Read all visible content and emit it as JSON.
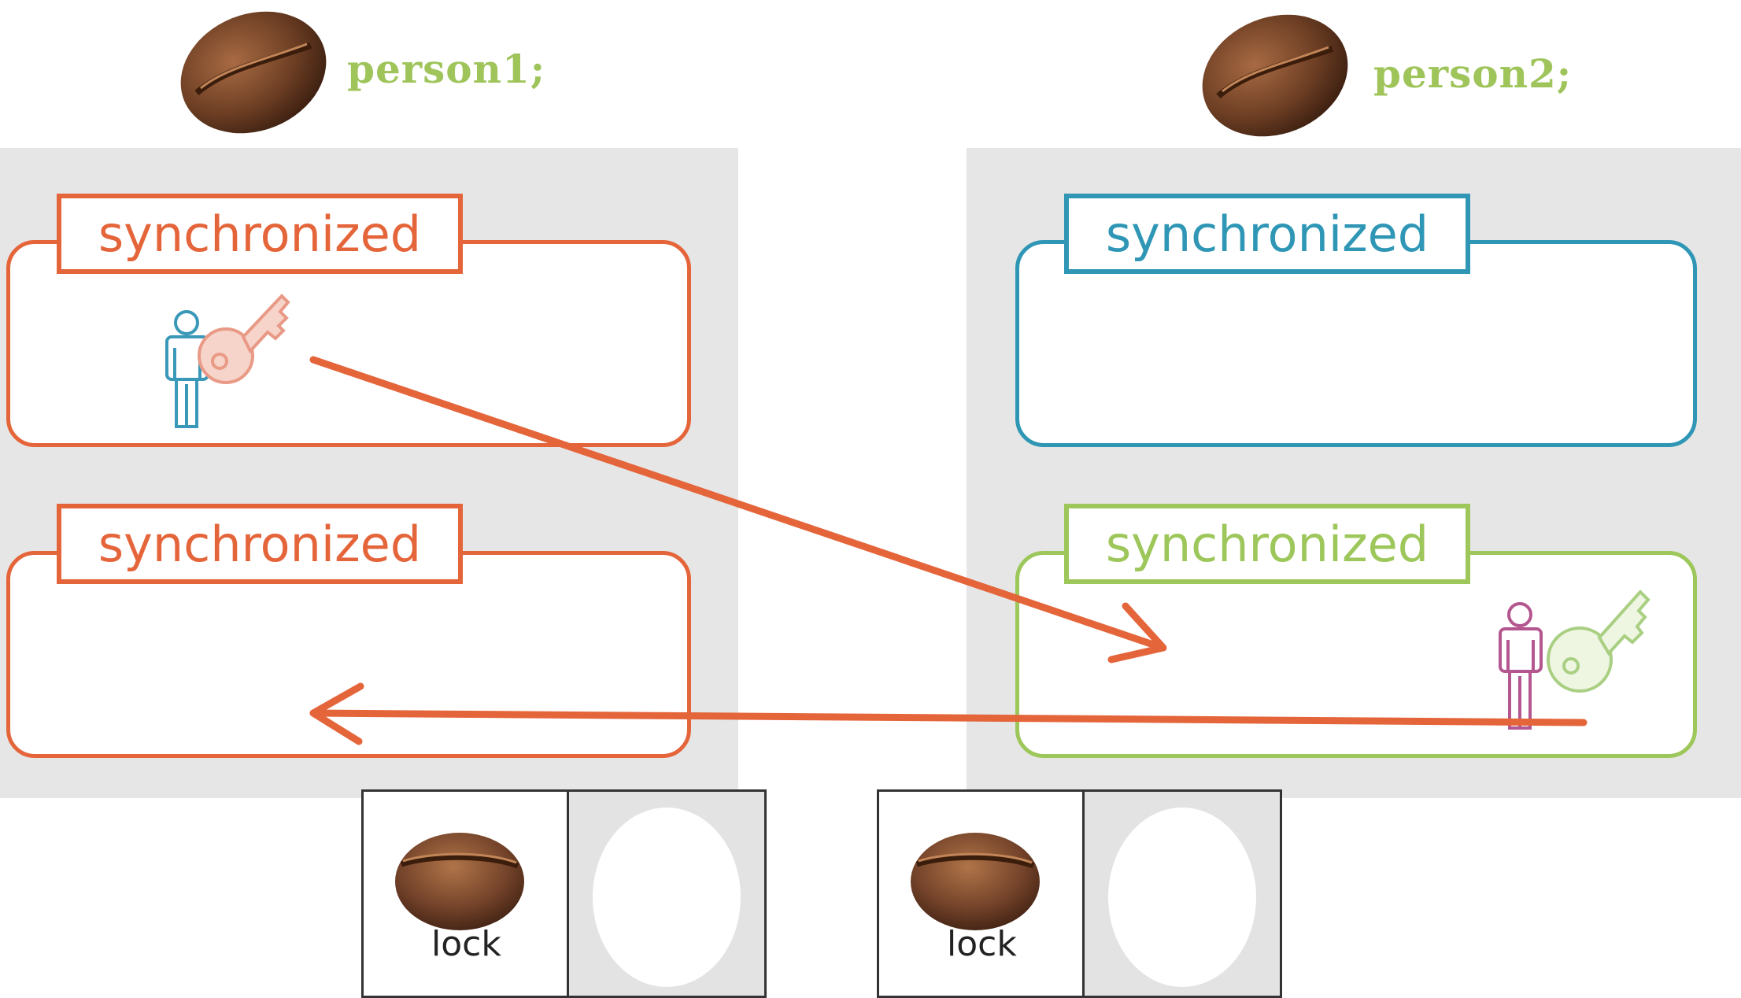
{
  "objects": [
    {
      "label": "person1;"
    },
    {
      "label": "person2;"
    }
  ],
  "method_blocks": [
    {
      "keyword": "synchronized",
      "color": "#e5653b"
    },
    {
      "keyword": "synchronized",
      "color": "#e5653b"
    },
    {
      "keyword": "synchronized",
      "color": "#2f97b5"
    },
    {
      "keyword": "synchronized",
      "color": "#9dc75a"
    }
  ],
  "locks": [
    {
      "label": "lock"
    },
    {
      "label": "lock"
    }
  ],
  "icons": [
    "coffee-bean-icon",
    "person-icon",
    "key-icon",
    "arrow-icon"
  ],
  "colors": {
    "arrow": "#e5653b",
    "panel": "#e6e6e6",
    "person_text": "#9ec45a",
    "thread1": "#3a98b8",
    "thread2": "#b4568f"
  }
}
